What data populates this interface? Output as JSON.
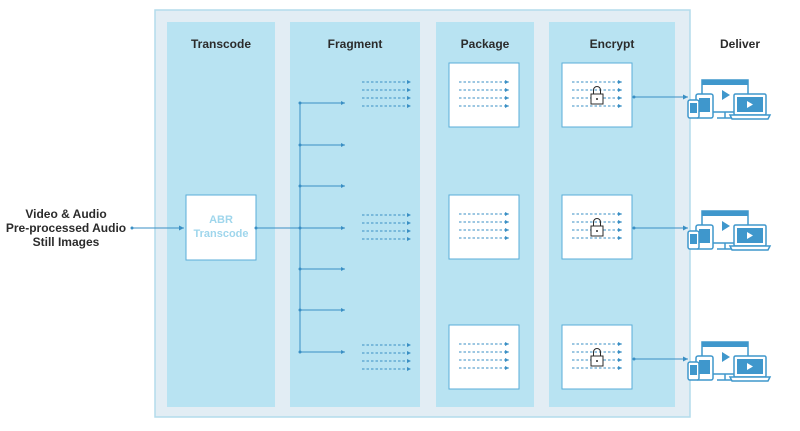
{
  "input": {
    "lines": [
      "Video & Audio",
      "Pre-processed Audio",
      "Still Images"
    ]
  },
  "stages": {
    "transcode": "Transcode",
    "fragment": "Fragment",
    "package": "Package",
    "encrypt": "Encrypt",
    "deliver": "Deliver"
  },
  "abr_box": {
    "lines": [
      "ABR",
      "Transcode"
    ]
  },
  "colors": {
    "outer_bg": "#e2edf4",
    "outer_border": "#b3dcec",
    "column": "#b8e3f2",
    "arrow": "#3a8fc4",
    "box_border": "#5aaed8",
    "device": "#3f97cc",
    "abr_text": "#9fd6ec"
  },
  "icons": {
    "lock": "lock-icon",
    "devices": "multi-device-icon"
  }
}
